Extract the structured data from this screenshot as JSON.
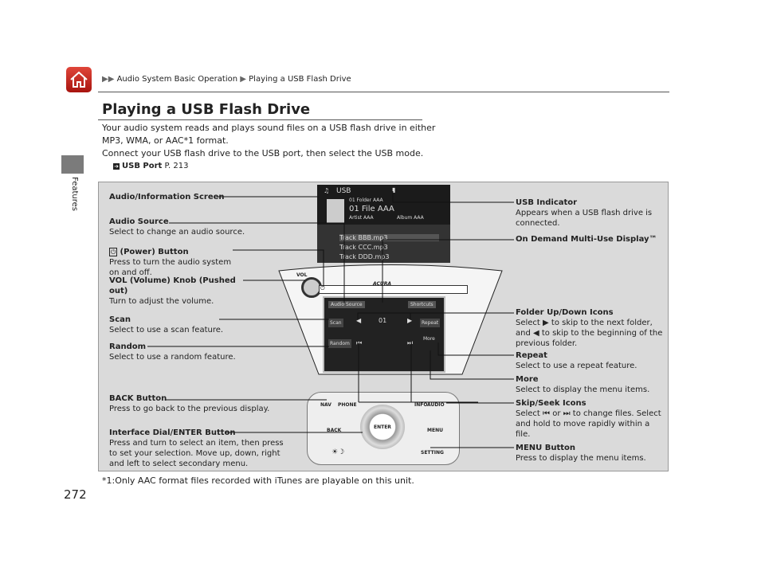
{
  "breadcrumb": {
    "prefix": "▶▶",
    "section": "Audio System Basic Operation",
    "sep": "▶",
    "page": "Playing a USB Flash Drive"
  },
  "title": "Playing a USB Flash Drive",
  "intro": [
    "Your audio system reads and plays sound files on a USB flash drive in either MP3, WMA, or AAC*1 format.",
    "Connect your USB flash drive to the USB port, then select the USB mode."
  ],
  "ref": {
    "label": "USB Port",
    "page": "P. 213"
  },
  "side_tab": "Features",
  "screen": {
    "source": "USB",
    "folder": "01 Folder AAA",
    "file": "01 File AAA",
    "artist": "Artist AAA",
    "album": "Album AAA",
    "tracks": [
      "Track BBB.mp3",
      "Track CCC.mp3",
      "Track DDD.mp3"
    ]
  },
  "panel": {
    "brand": "ACURA",
    "vol": "VOL",
    "audio_source": "Audio Source",
    "shortcuts": "Shortcuts",
    "scan": "Scan",
    "random": "Random",
    "repeat": "Repeat",
    "more": "More",
    "folder_num": "01",
    "nav": "NAV",
    "phone": "PHONE",
    "info": "INFO",
    "audio": "AUDIO",
    "back": "BACK",
    "enter": "ENTER",
    "menu": "MENU",
    "setting": "SETTING"
  },
  "left_labels": [
    {
      "title": "Audio/Information Screen",
      "desc": ""
    },
    {
      "title": "Audio Source",
      "desc": "Select to change an audio source."
    },
    {
      "title": "(Power) Button",
      "desc": "Press to turn the audio system on and off."
    },
    {
      "title": "VOL (Volume) Knob (Pushed out)",
      "desc": "Turn to adjust the volume."
    },
    {
      "title": "Scan",
      "desc": "Select to use a scan feature."
    },
    {
      "title": "Random",
      "desc": "Select to use a random feature."
    },
    {
      "title": "BACK Button",
      "desc": "Press to go back to the previous display."
    },
    {
      "title": "Interface Dial/ENTER Button",
      "desc": "Press and turn to select an item, then press to set your selection. Move up, down, right and left to select secondary menu."
    }
  ],
  "right_labels": [
    {
      "title": "USB Indicator",
      "desc": "Appears when a USB flash drive is connected."
    },
    {
      "title": "On Demand Multi-Use Display™",
      "desc": ""
    },
    {
      "title": "Folder Up/Down Icons",
      "desc": "Select ▶ to skip to the next folder, and ◀ to skip to the beginning of the previous folder."
    },
    {
      "title": "Repeat",
      "desc": "Select to use a repeat feature."
    },
    {
      "title": "More",
      "desc": "Select to display the menu items."
    },
    {
      "title": "Skip/Seek Icons",
      "desc": "Select ⏮ or ⏭ to change files. Select and hold to move rapidly within a file."
    },
    {
      "title": "MENU Button",
      "desc": "Press to display the menu items."
    }
  ],
  "footnote": "*1:Only AAC format files recorded with iTunes are playable on this unit.",
  "page_number": "272"
}
